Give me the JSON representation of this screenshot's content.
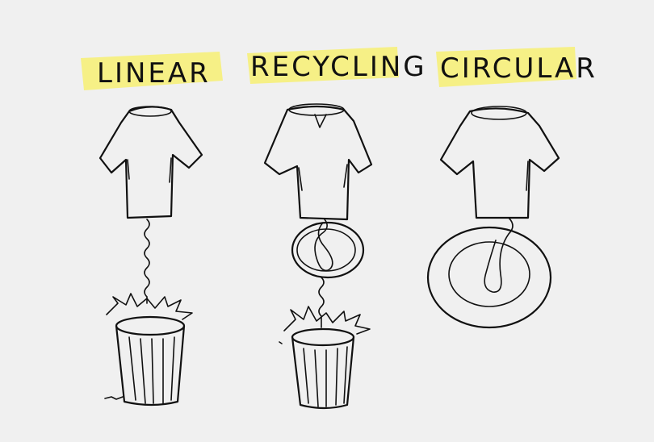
{
  "labels": {
    "linear": "LINEAR",
    "recycling": "RECYCLING",
    "circular": "CIRCULAR"
  },
  "colors": {
    "background": "#f0f0f0",
    "highlight": "#f6ef7a",
    "ink": "#111111"
  }
}
